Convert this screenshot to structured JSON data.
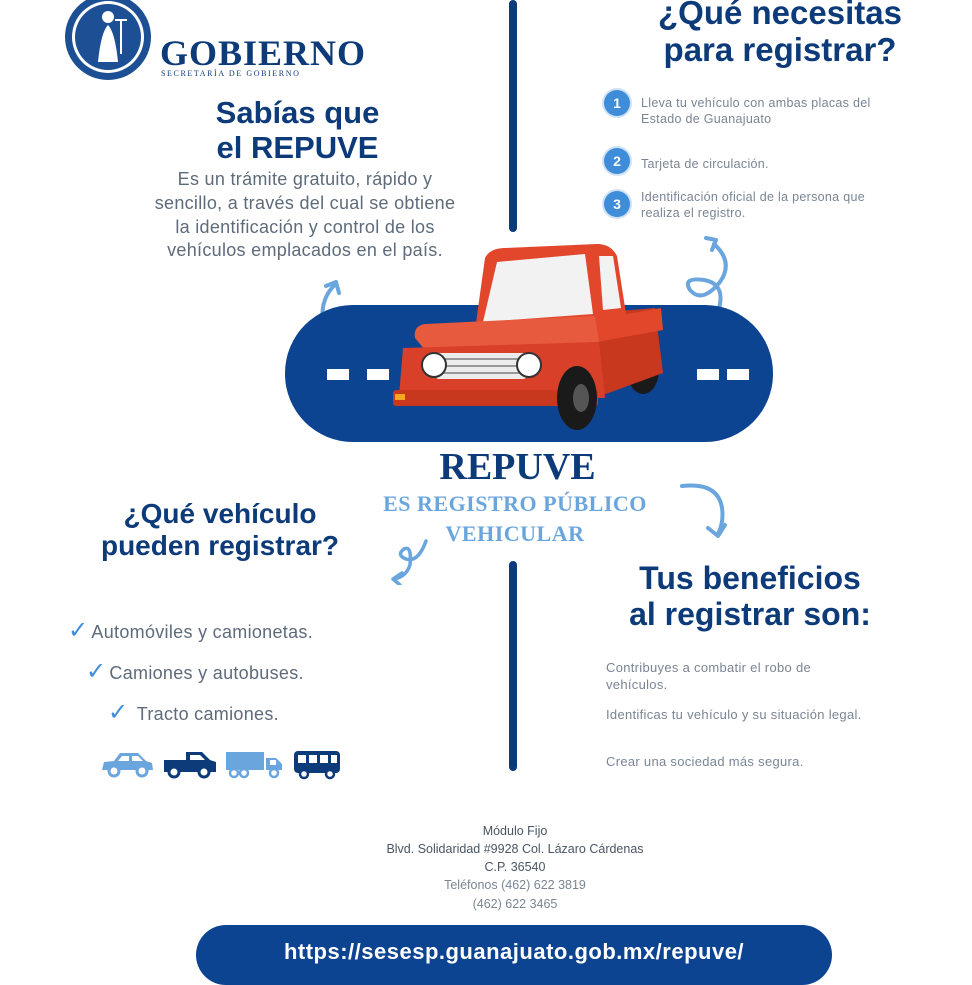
{
  "header": {
    "logo_word": "GOBIERNO",
    "logo_subtitle": "SECRETARÍA DE GOBIERNO"
  },
  "sabias": {
    "title_line1": "Sabías que",
    "title_line2": "el REPUVE",
    "body": "Es un trámite gratuito, rápido y sencillo, a través del cual se obtiene la identificación y control de los vehículos emplacados en el país."
  },
  "necesitas": {
    "title_line1": "¿Qué necesitas",
    "title_line2": "para registrar?",
    "items": [
      {
        "number": "1",
        "text": "Lleva tu vehículo con ambas placas del Estado de Guanajuato"
      },
      {
        "number": "2",
        "text": "Tarjeta de circulación."
      },
      {
        "number": "3",
        "text": "Identificación oficial de la persona que realiza el registro."
      }
    ]
  },
  "center": {
    "title": "REPUVE",
    "subtitle_line1": "ES REGISTRO PÚBLICO",
    "subtitle_line2": "VEHICULAR"
  },
  "vehiculos": {
    "title_line1": "¿Qué vehículo",
    "title_line2": "pueden registrar?",
    "check_glyph": "✓",
    "items": [
      "Automóviles y camionetas.",
      "Camiones y autobuses.",
      "Tracto camiones."
    ],
    "icons": [
      "car-icon",
      "pickup-truck-icon",
      "semi-truck-icon",
      "bus-icon"
    ]
  },
  "beneficios": {
    "title_line1": "Tus beneficios",
    "title_line2": "al registrar son:",
    "items": [
      "Contribuyes a combatir el robo de vehículos.",
      "Identificas tu vehículo y su situación legal.",
      "Crear una sociedad más segura."
    ]
  },
  "address": {
    "line1": "Módulo Fijo",
    "line2": "Blvd. Solidaridad #9928 Col. Lázaro Cárdenas",
    "line3": "C.P. 36540",
    "line4": "Teléfonos (462) 622 3819",
    "line5": "(462) 622 3465"
  },
  "footer": {
    "url": "https://sesesp.guanajuato.gob.mx/repuve/"
  },
  "colors": {
    "navy": "#0d3b7a",
    "road_blue": "#0d4491",
    "light_blue": "#6aa6dd",
    "accent_blue": "#3f8dd8",
    "car_red": "#e2472c",
    "body_grey": "#6f7c8c"
  }
}
